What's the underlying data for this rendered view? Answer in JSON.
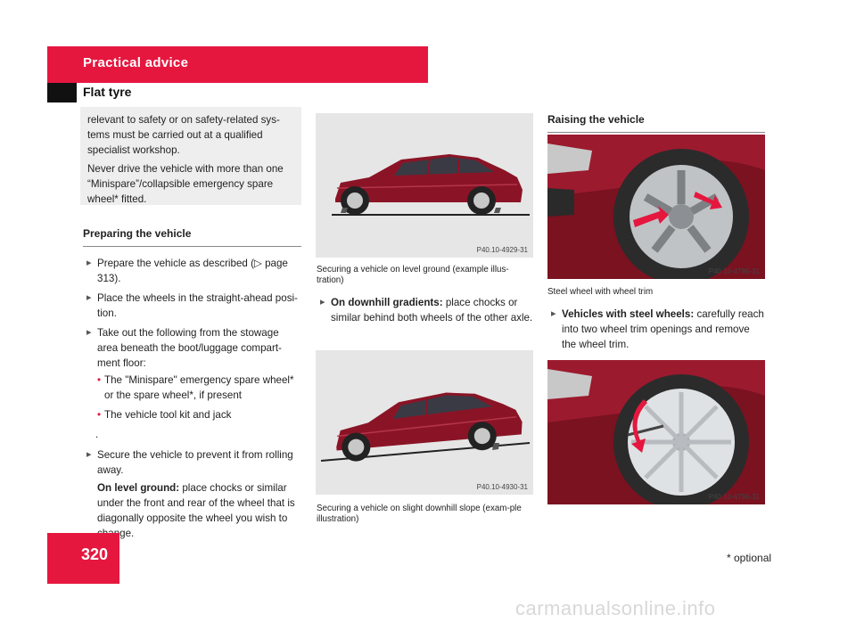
{
  "header": {
    "section": "Practical advice",
    "subsection": "Flat tyre"
  },
  "page_number": "320",
  "footnote": "* optional",
  "watermark": "carmanualsonline.info",
  "note": {
    "line1": "relevant to safety or on safety-related sys-tems must be carried out at a qualified specialist workshop.",
    "line2": "Never drive the vehicle with more than one “Minispare”/collapsible emergency spare wheel* fitted."
  },
  "preparing": {
    "heading": "Preparing the vehicle",
    "step1": "Prepare the vehicle as described (▷ page 313).",
    "step2": "Place the wheels in the straight-ahead posi-tion.",
    "step3": "Take out the following from the stowage area beneath the boot/luggage compart-ment floor:",
    "sub1": "The \"Minispare\" emergency spare wheel* or the spare wheel*, if present",
    "sub2": "The vehicle tool kit and jack",
    "dot": ".",
    "step4": "Secure the vehicle to prevent it from rolling away.",
    "level_label": "On level ground:",
    "level_text": " place chocks or similar under the front and rear of the wheel that is diagonally opposite the wheel you wish to change."
  },
  "middle": {
    "fig1_code": "P40.10-4929-31",
    "fig1_caption": "Securing a vehicle on level ground (example illus-tration)",
    "downhill_label": "On downhill gradients:",
    "downhill_text": " place chocks or similar behind both wheels of the other axle.",
    "fig2_code": "P40.10-4930-31",
    "fig2_caption": "Securing a vehicle on slight downhill slope (exam-ple illustration)"
  },
  "raising": {
    "heading": "Raising the vehicle",
    "fig3_code": "P40.10-4795-31",
    "fig3_caption": "Steel wheel with wheel trim",
    "steel_label": "Vehicles with steel wheels:",
    "steel_text": " carefully reach into two wheel trim openings and remove the wheel trim.",
    "fig4_code": "P40.10-4796-31"
  },
  "colors": {
    "accent": "#e5173f",
    "car_body": "#8a1426"
  }
}
